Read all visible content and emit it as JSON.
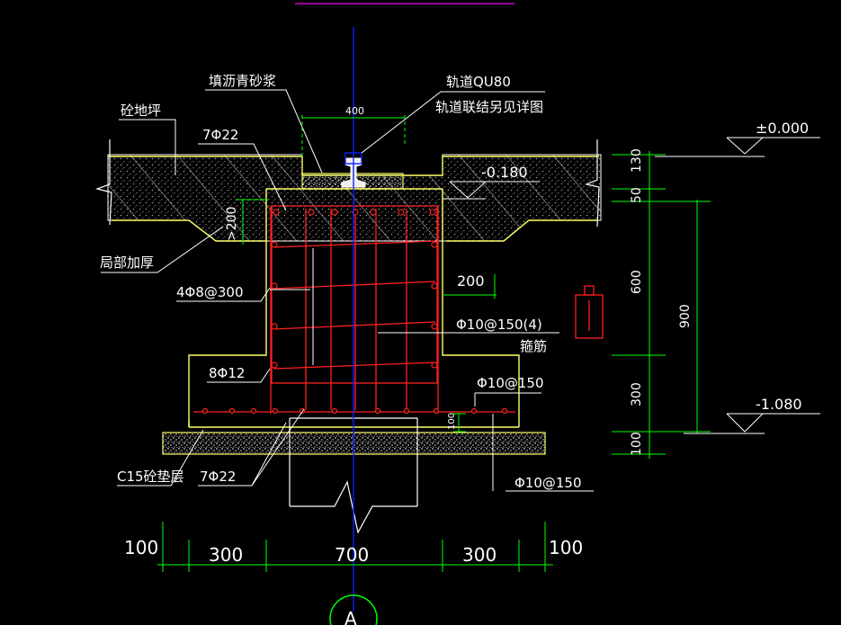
{
  "colors": {
    "background": "#000000",
    "concrete": "#ffff66",
    "rebar": "#ff2020",
    "dimension": "#00ff00",
    "leader": "#ffffff",
    "axis": "#1020ff",
    "magenta": "#cc00cc",
    "text": "#ffffff"
  },
  "labels": {
    "asphalt": "填沥青砂浆",
    "rail": "轨道QU80",
    "rail_detail": "轨道联结另见详图",
    "floor": "砼地坪",
    "top_bars": "7Φ22",
    "local_thick": "局部加厚",
    "side_bars": "4Φ8@300",
    "bottom_side": "8Φ12",
    "stirrup": "Φ10@150(4)",
    "stirrup_cn": "箍筋",
    "bottom_mesh": "Φ10@150",
    "bottom_mesh2": "Φ10@150",
    "cushion": "C15砼垫层",
    "bottom_bars": "7Φ22",
    "elev_top": "±0.000",
    "elev_mid": "-0.180",
    "elev_bot": "-1.080",
    "gt200": ">200",
    "dim_200": "200",
    "dim_400": "400",
    "dim_100_small": "100"
  },
  "dims_vertical": {
    "d130": "130",
    "d50": "50",
    "d600": "600",
    "d900": "900",
    "d300": "300",
    "d100": "100"
  },
  "dims_horizontal": {
    "left100": "100",
    "left300": "300",
    "mid700": "700",
    "right300": "300",
    "right100": "100"
  },
  "section_mark": "A"
}
